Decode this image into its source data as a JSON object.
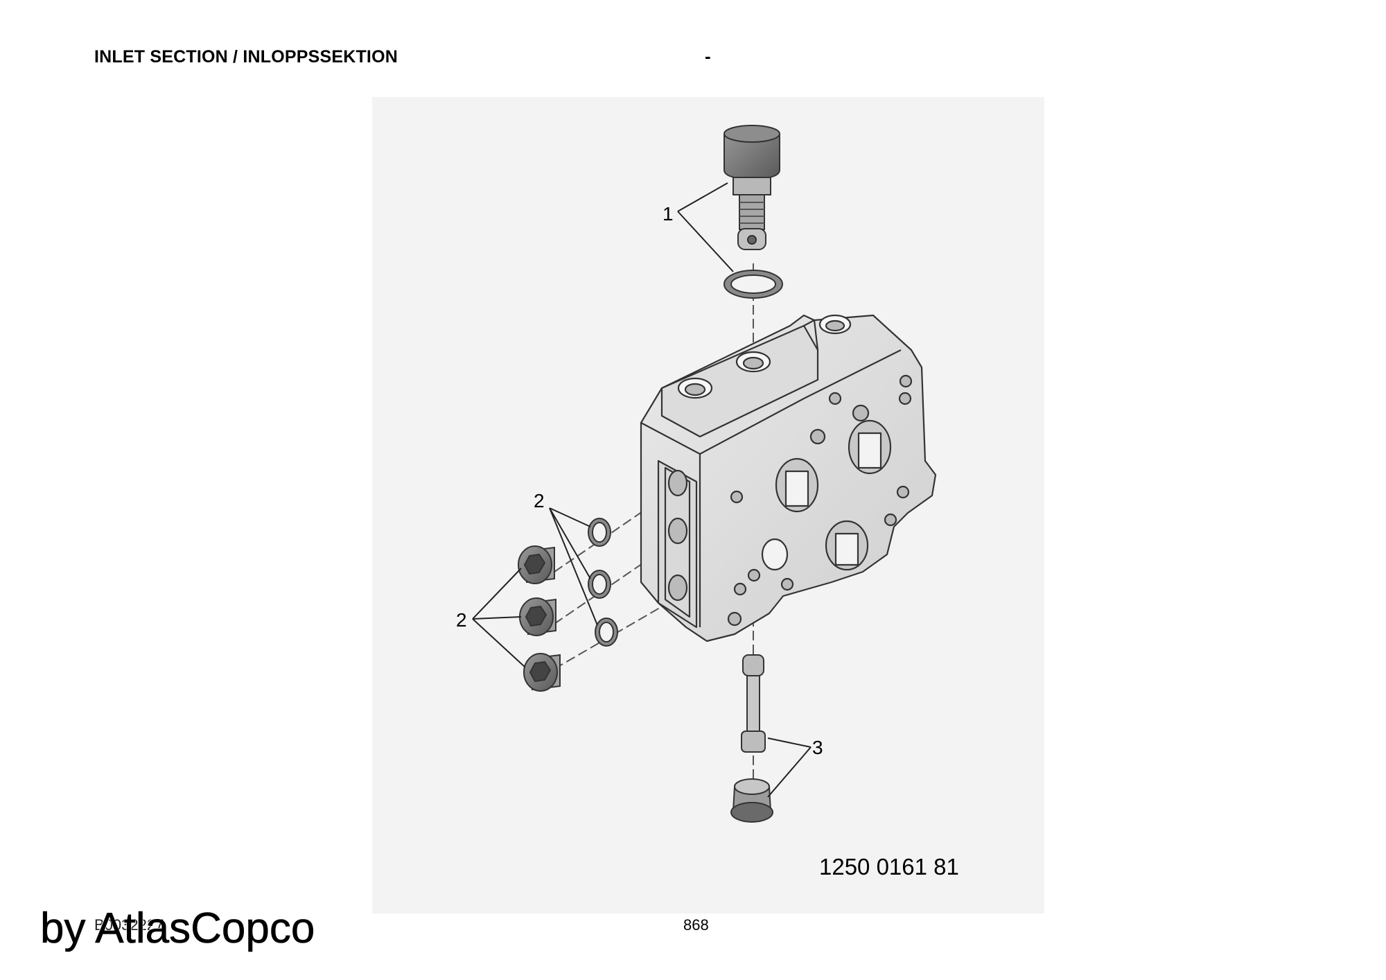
{
  "header": {
    "title": "INLET SECTION / INLOPPSSEKTION",
    "dash": "-"
  },
  "drawing": {
    "callouts": [
      "1",
      "2",
      "2",
      "3"
    ],
    "part_number": "1250 0161 81"
  },
  "footer": {
    "doc_number": "B0032227",
    "page_number": "868"
  },
  "watermark": "by AtlasCopco"
}
